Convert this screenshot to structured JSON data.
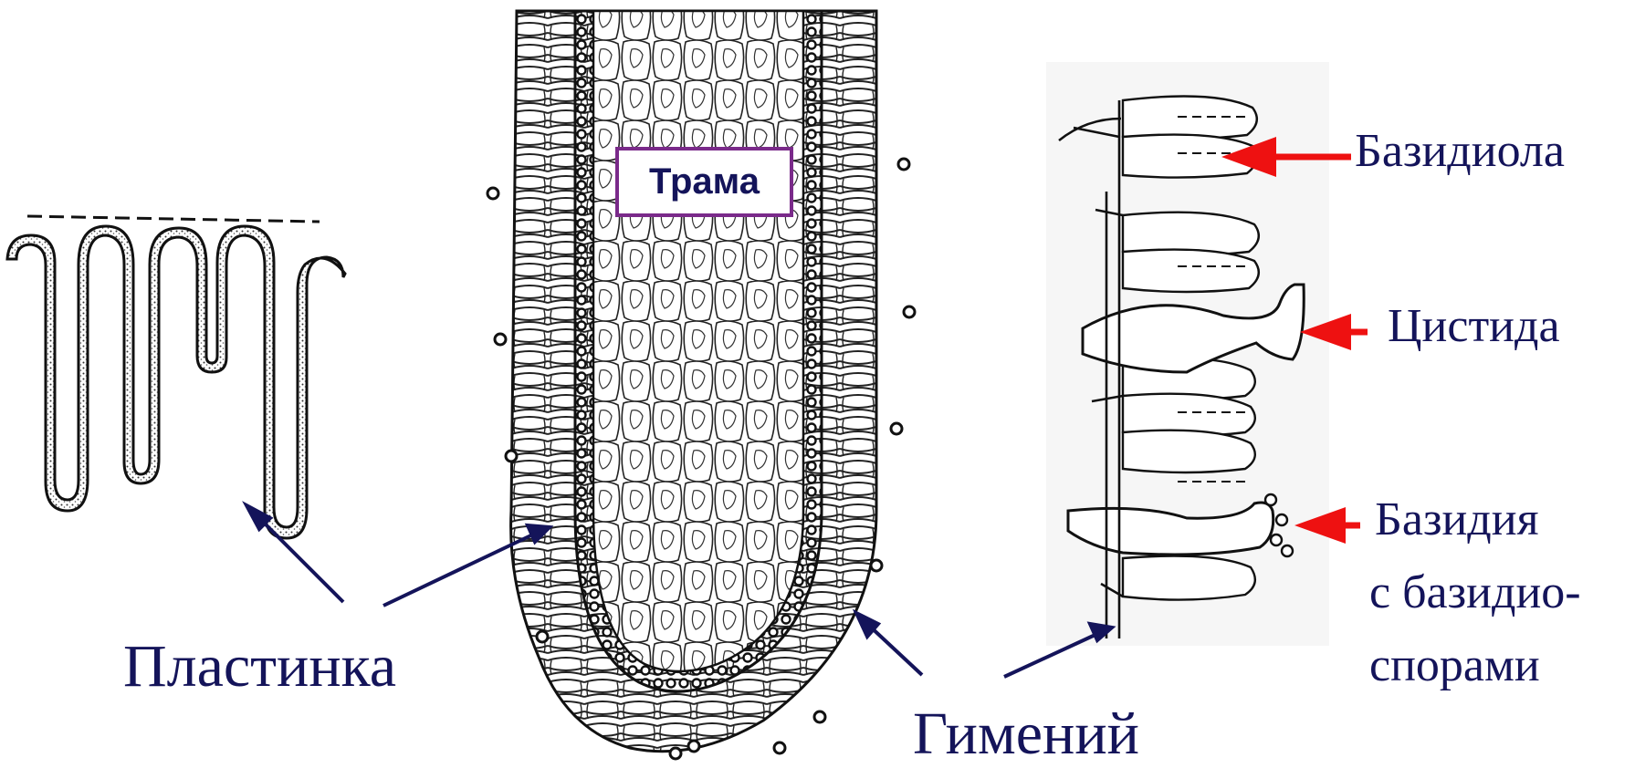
{
  "labels": {
    "plastinka": "Пластинка",
    "gimeniy": "Гимений",
    "trama": "Трама",
    "bazidiola": "Базидиола",
    "tsistida": "Цистида",
    "bazidiya_line1": "Базидия",
    "bazidiya_line2": "с базидио-",
    "bazidiya_line3": "спорами"
  },
  "colors": {
    "label_text": "#14145a",
    "pointer_arrow": "#14145a",
    "highlight_arrow": "#ee1111",
    "trama_border": "#7a2a8a",
    "drawing_ink": "#111111"
  }
}
